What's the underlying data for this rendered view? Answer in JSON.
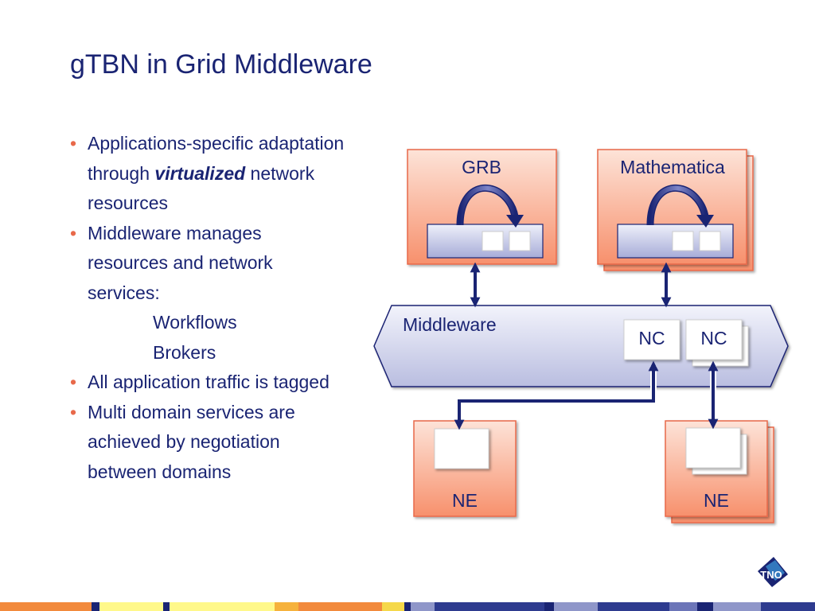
{
  "slide": {
    "title": "gTBN in Grid Middleware",
    "bullets": {
      "b1": {
        "line1": "Applications-specific adaptation",
        "line2_pre": "through ",
        "line2_em": "virtualized",
        "line2_post": " network",
        "line3": "resources"
      },
      "b2": {
        "line1": "Middleware manages",
        "line2": "resources and network",
        "line3": "services:",
        "sub1": "Workflows",
        "sub2": "Brokers"
      },
      "b3": {
        "line1": "All application traffic is tagged"
      },
      "b4": {
        "line1": "Multi domain services are",
        "line2": "achieved by negotiation",
        "line3": "between domains"
      },
      "bullet_char": "•"
    }
  },
  "diagram": {
    "grb_label": "GRB",
    "mathematica_label": "Mathematica",
    "middleware_label": "Middleware",
    "nc_left_label": "NC",
    "nc_right_label": "NC",
    "ne_left_label": "NE",
    "ne_right_label": "NE"
  },
  "logo": {
    "text": "TNO"
  },
  "colors": {
    "text": "#1a2473",
    "bullet": "#e8694a",
    "box_fill": "#f9a889",
    "box_stroke": "#e8694a",
    "middleware_fill": "#d5d8ef",
    "arrow": "#1a2473"
  }
}
